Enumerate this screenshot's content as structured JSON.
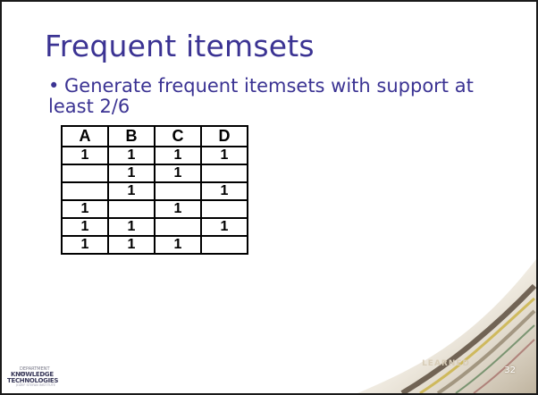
{
  "slide": {
    "title": "Frequent itemsets",
    "bullet": "Generate frequent itemsets with support at least 2/6",
    "page_number": "32",
    "watermark": "LEARNED"
  },
  "table": {
    "headers": [
      "A",
      "B",
      "C",
      "D"
    ],
    "rows": [
      [
        "1",
        "1",
        "1",
        "1"
      ],
      [
        "",
        "1",
        "1",
        ""
      ],
      [
        "",
        "1",
        "",
        "1"
      ],
      [
        "1",
        "",
        "1",
        ""
      ],
      [
        "1",
        "1",
        "",
        "1"
      ],
      [
        "1",
        "1",
        "1",
        ""
      ]
    ]
  },
  "logo": {
    "line1": "DEPARTMENT OF",
    "line2": "KNOWLEDGE",
    "line3": "TECHNOLOGIES",
    "line4": "JOŽEF STEFAN INSTITUTE"
  }
}
